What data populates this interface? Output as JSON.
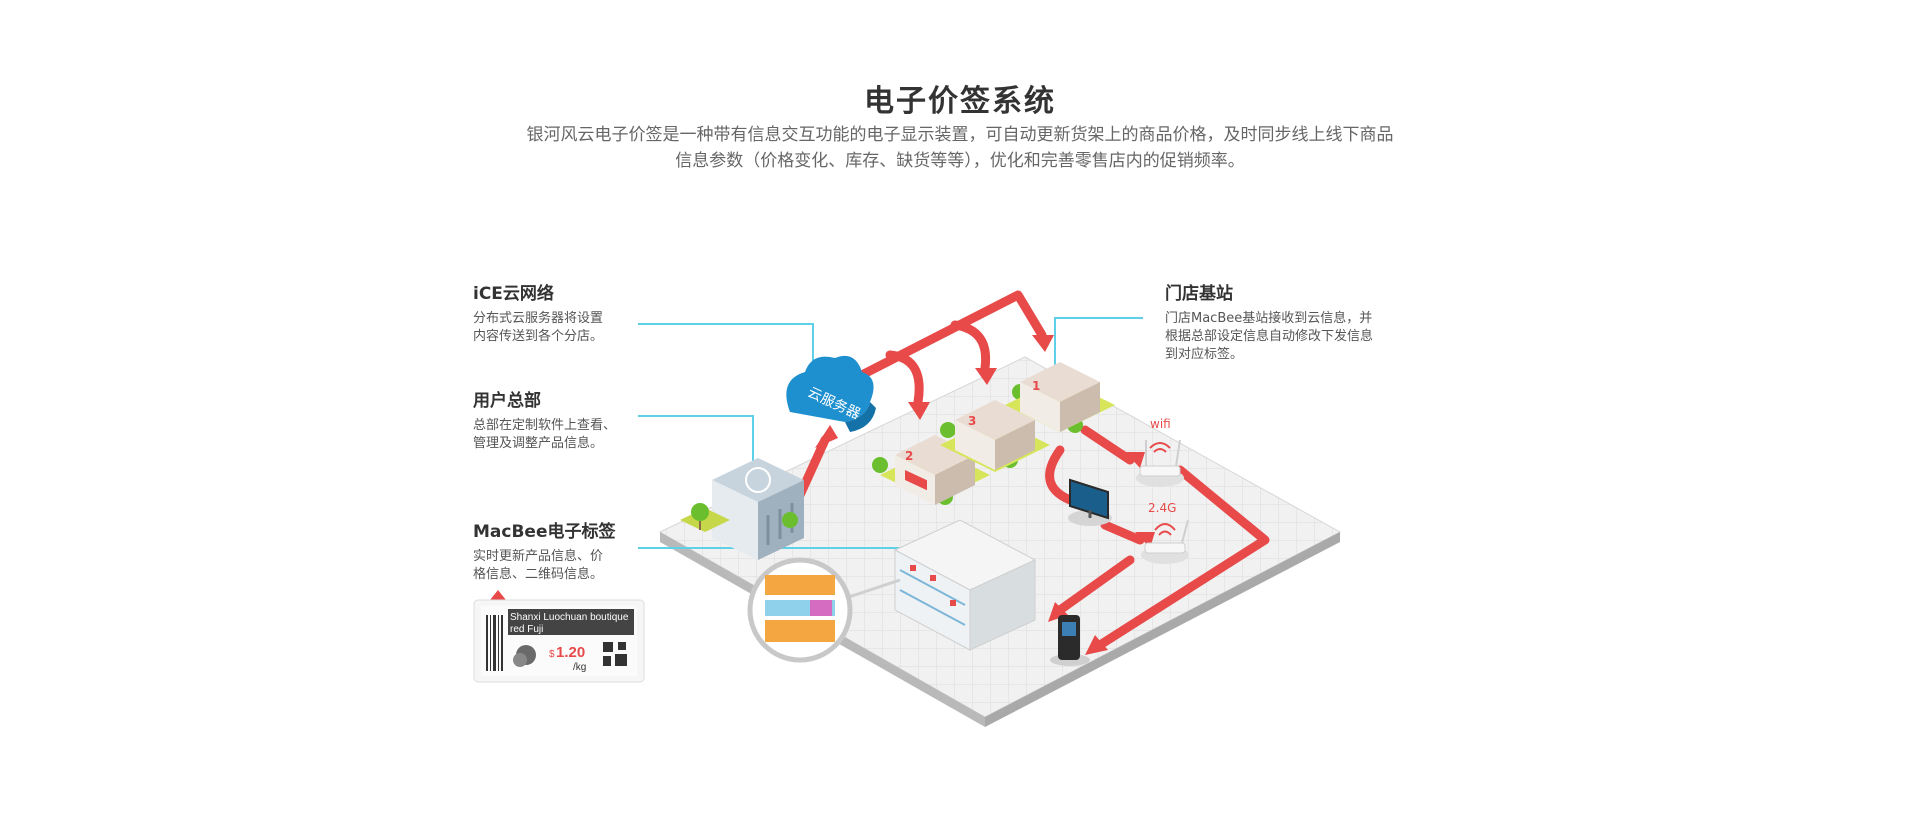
{
  "header": {
    "title": "电子价签系统",
    "desc_line1": "银河风云电子价签是一种带有信息交互功能的电子显示装置，可自动更新货架上的商品价格，及时同步线上线下商品",
    "desc_line2": "信息参数（价格变化、库存、缺货等等），优化和完善零售店内的促销频率。"
  },
  "labels": {
    "ice": {
      "title": "iCE云网络",
      "line1": "分布式云服务器将设置",
      "line2": "内容传送到各个分店。"
    },
    "hq": {
      "title": "用户总部",
      "line1": "总部在定制软件上查看、",
      "line2": "管理及调整产品信息。"
    },
    "esl": {
      "title": "MacBee电子标签",
      "line1": "实时更新产品信息、价",
      "line2": "格信息、二维码信息。"
    },
    "base": {
      "title": "门店基站",
      "line1": "门店MacBee基站接收到云信息，并",
      "line2": "根据总部设定信息自动修改下发信息",
      "line3": "到对应标签。"
    }
  },
  "scene": {
    "cloud_label": "云服务器",
    "wifi_label": "wifi",
    "freq_label": "2.4G",
    "store_signs": [
      "2",
      "3",
      "1"
    ]
  },
  "esl_tag": {
    "product_line1": "Shanxi Luochuan boutique",
    "product_line2": "red Fuji",
    "currency": "$",
    "price": "1.20",
    "unit": "/kg"
  },
  "colors": {
    "arrow": "#e84a4a",
    "leader": "#5fd0e8",
    "cloud": "#1e90d0",
    "floor": "#eeeeee"
  }
}
